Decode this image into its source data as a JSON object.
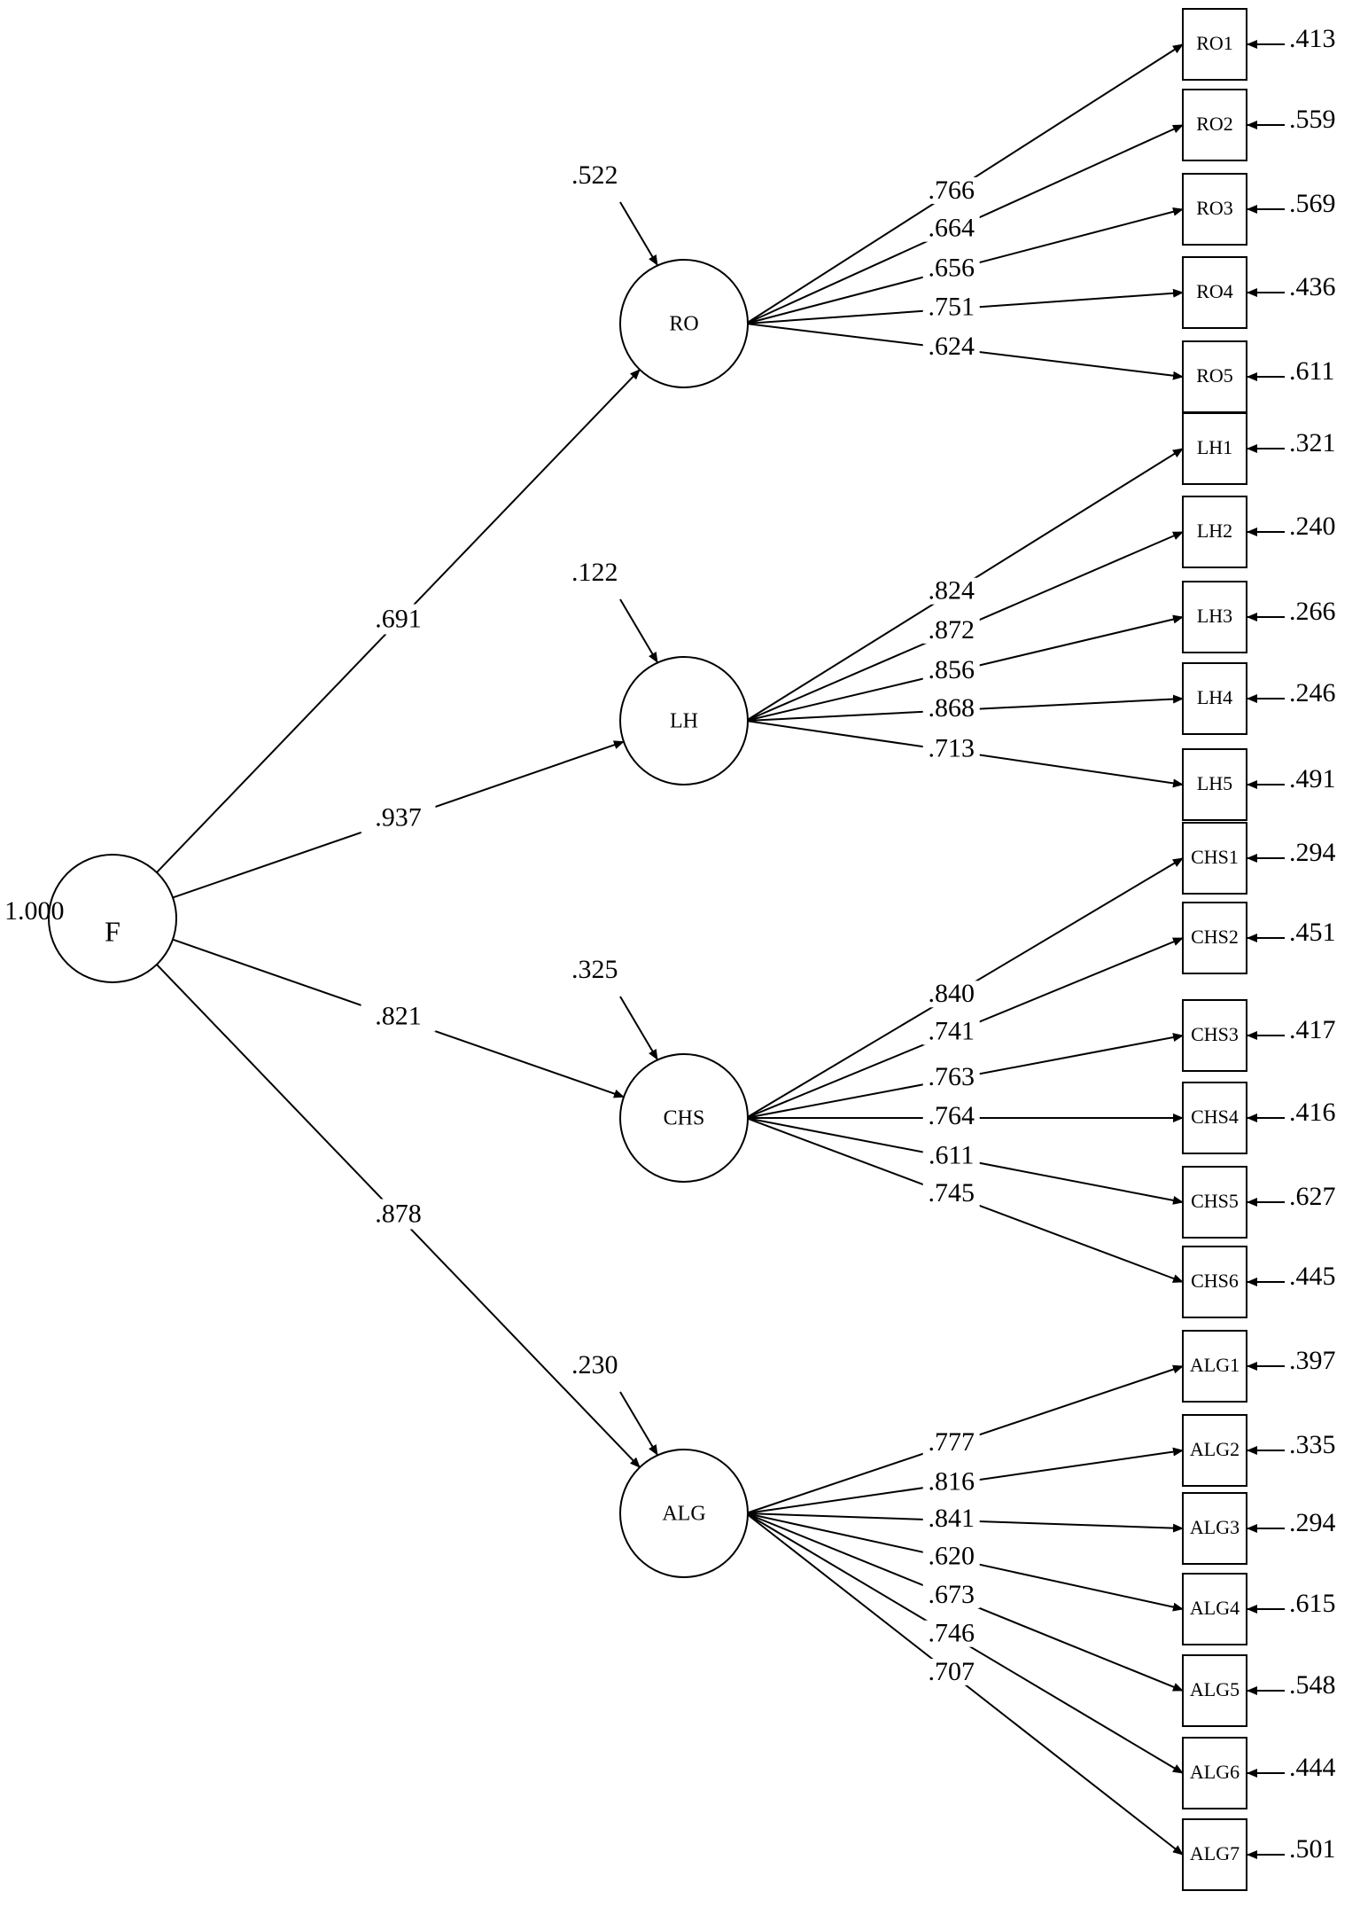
{
  "root": {
    "label": "F",
    "variance": "1.000"
  },
  "factors": [
    {
      "label": "RO",
      "loading": ".691",
      "residual": ".522",
      "items": [
        {
          "label": "RO1",
          "loading": ".766",
          "error": ".413"
        },
        {
          "label": "RO2",
          "loading": ".664",
          "error": ".559"
        },
        {
          "label": "RO3",
          "loading": ".656",
          "error": ".569"
        },
        {
          "label": "RO4",
          "loading": ".751",
          "error": ".436"
        },
        {
          "label": "RO5",
          "loading": ".624",
          "error": ".611"
        }
      ]
    },
    {
      "label": "LH",
      "loading": ".937",
      "residual": ".122",
      "items": [
        {
          "label": "LH1",
          "loading": ".824",
          "error": ".321"
        },
        {
          "label": "LH2",
          "loading": ".872",
          "error": ".240"
        },
        {
          "label": "LH3",
          "loading": ".856",
          "error": ".266"
        },
        {
          "label": "LH4",
          "loading": ".868",
          "error": ".246"
        },
        {
          "label": "LH5",
          "loading": ".713",
          "error": ".491"
        }
      ]
    },
    {
      "label": "CHS",
      "loading": ".821",
      "residual": ".325",
      "items": [
        {
          "label": "CHS1",
          "loading": ".840",
          "error": ".294"
        },
        {
          "label": "CHS2",
          "loading": ".741",
          "error": ".451"
        },
        {
          "label": "CHS3",
          "loading": ".763",
          "error": ".417"
        },
        {
          "label": "CHS4",
          "loading": ".764",
          "error": ".416"
        },
        {
          "label": "CHS5",
          "loading": ".611",
          "error": ".627"
        },
        {
          "label": "CHS6",
          "loading": ".745",
          "error": ".445"
        }
      ]
    },
    {
      "label": "ALG",
      "loading": ".878",
      "residual": ".230",
      "items": [
        {
          "label": "ALG1",
          "loading": ".777",
          "error": ".397"
        },
        {
          "label": "ALG2",
          "loading": ".816",
          "error": ".335"
        },
        {
          "label": "ALG3",
          "loading": ".841",
          "error": ".294"
        },
        {
          "label": "ALG4",
          "loading": ".620",
          "error": ".615"
        },
        {
          "label": "ALG5",
          "loading": ".673",
          "error": ".548"
        },
        {
          "label": "ALG6",
          "loading": ".746",
          "error": ".444"
        },
        {
          "label": "ALG7",
          "loading": ".707",
          "error": ".501"
        }
      ]
    }
  ]
}
